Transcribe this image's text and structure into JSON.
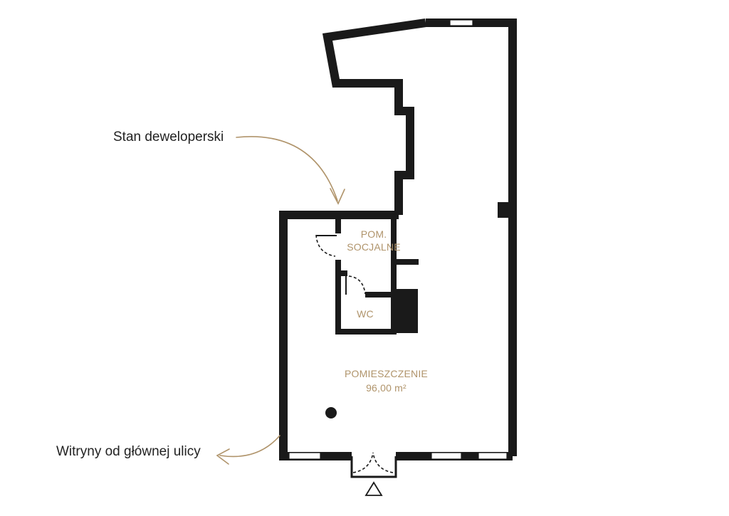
{
  "annotations": {
    "developer_state": "Stan deweloperski",
    "shop_windows": "Witryny od głównej ulicy"
  },
  "rooms": {
    "social_room": {
      "line1": "POM.",
      "line2": "SOCJALNE"
    },
    "wc": "WC",
    "main_room": {
      "name": "POMIESZCZENIE",
      "area": "96,00 m²"
    }
  },
  "colors": {
    "wall": "#1a1a1a",
    "accent": "#b0946b",
    "text": "#222222",
    "background": "#ffffff"
  },
  "icons": {
    "entrance": "entrance-triangle-icon",
    "column": "column-marker-icon"
  }
}
